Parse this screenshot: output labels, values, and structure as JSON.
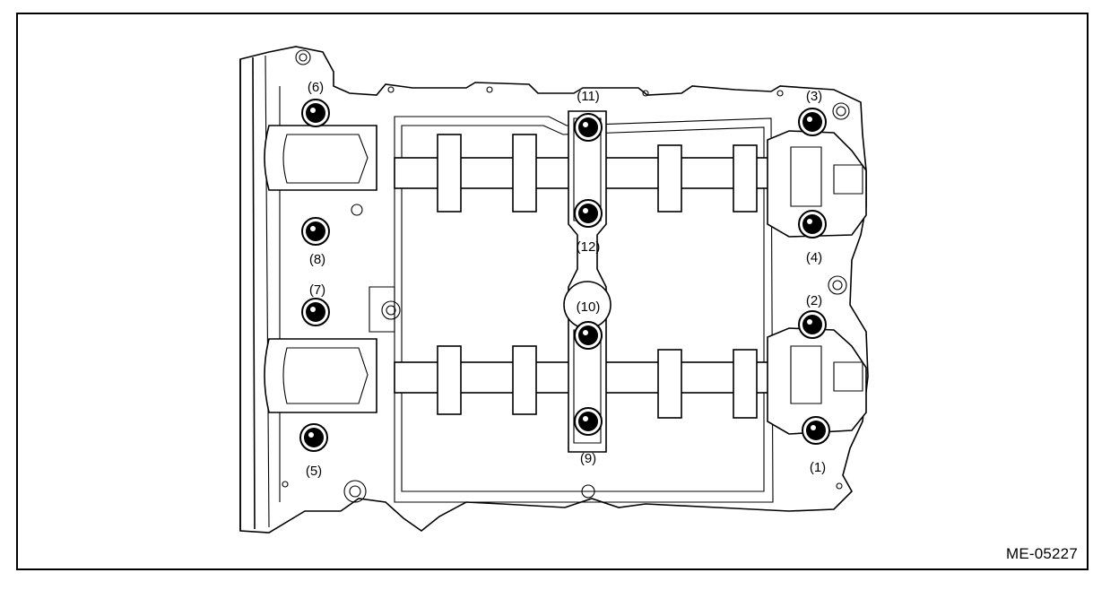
{
  "figure_code": "ME-05227",
  "bolts": [
    {
      "label": "(1)"
    },
    {
      "label": "(2)"
    },
    {
      "label": "(3)"
    },
    {
      "label": "(4)"
    },
    {
      "label": "(5)"
    },
    {
      "label": "(6)"
    },
    {
      "label": "(7)"
    },
    {
      "label": "(8)"
    },
    {
      "label": "(9)"
    },
    {
      "label": "(10)"
    },
    {
      "label": "(11)"
    },
    {
      "label": "(12)"
    }
  ]
}
